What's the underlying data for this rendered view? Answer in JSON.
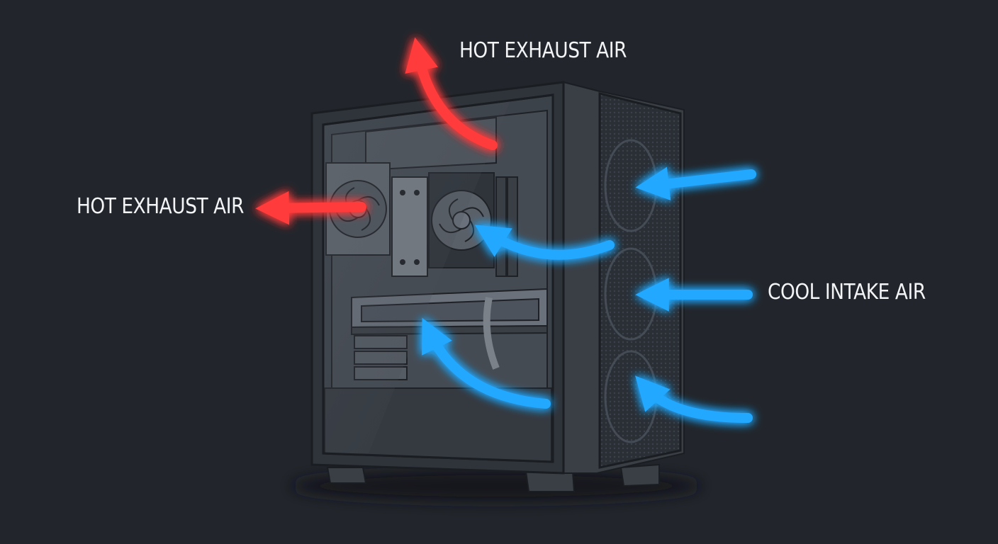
{
  "labels": {
    "exhaust_top": "HOT EXHAUST AIR",
    "exhaust_rear": "HOT EXHAUST AIR",
    "intake": "COOL INTAKE AIR"
  },
  "colors": {
    "background": "#22262c",
    "hot_airflow": "#ff3b3b",
    "cool_airflow": "#22a8ff",
    "case_frame": "#4a5058",
    "text": "#f3f4f6"
  }
}
